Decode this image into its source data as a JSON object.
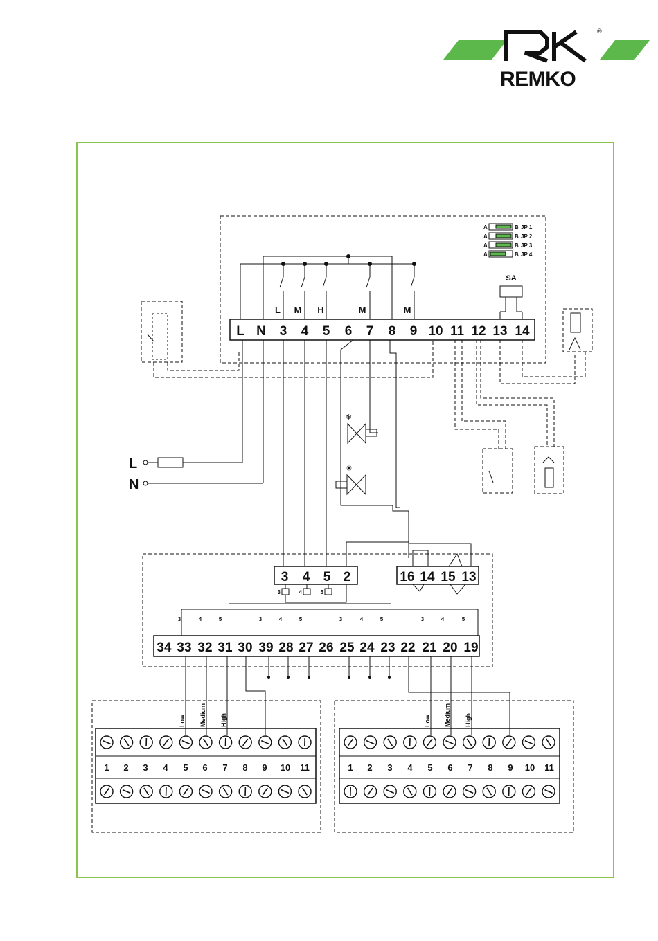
{
  "brand": {
    "name": "REMKO",
    "registered_mark": "®",
    "accent_color": "#5cb84a",
    "frame_color": "#8cc34a"
  },
  "jumpers": [
    {
      "a": "A",
      "b": "B",
      "label": "JP 1"
    },
    {
      "a": "A",
      "b": "B",
      "label": "JP 2"
    },
    {
      "a": "A",
      "b": "B",
      "label": "JP 3"
    },
    {
      "a": "A",
      "b": "B",
      "label": "JP 4"
    }
  ],
  "main_board": {
    "terminals": [
      "L",
      "N",
      "3",
      "4",
      "5",
      "6",
      "7",
      "8",
      "9",
      "10",
      "11",
      "12",
      "13",
      "14"
    ],
    "relay_labels": [
      "L",
      "M",
      "H",
      "M",
      "M"
    ],
    "sa_label": "SA"
  },
  "supply": {
    "l_label": "L",
    "n_label": "N"
  },
  "interface_board": {
    "upper_left": [
      "3",
      "4",
      "5",
      "2"
    ],
    "upper_right": [
      "16",
      "14",
      "15",
      "13"
    ],
    "relay_coils": [
      "3",
      "4",
      "5"
    ],
    "contact_labels": [
      "3",
      "4",
      "5",
      "3",
      "4",
      "5",
      "3",
      "4",
      "5",
      "3",
      "4",
      "5"
    ],
    "bottom_row": [
      "34",
      "33",
      "32",
      "31",
      "30",
      "39",
      "28",
      "27",
      "26",
      "25",
      "24",
      "23",
      "22",
      "21",
      "20",
      "19"
    ]
  },
  "blocks": [
    {
      "numbers": [
        "1",
        "2",
        "3",
        "4",
        "5",
        "6",
        "7",
        "8",
        "9",
        "10",
        "11"
      ],
      "speed_labels": [
        "Low",
        "Medium",
        "High"
      ]
    },
    {
      "numbers": [
        "1",
        "2",
        "3",
        "4",
        "5",
        "6",
        "7",
        "8",
        "9",
        "10",
        "11"
      ],
      "speed_labels": [
        "Low",
        "Medium",
        "High"
      ]
    }
  ]
}
